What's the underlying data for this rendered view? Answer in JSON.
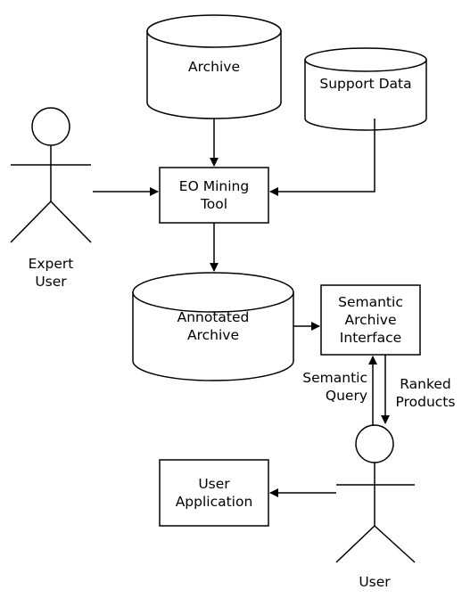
{
  "nodes": {
    "archive": {
      "label": "Archive"
    },
    "support_data": {
      "label": "Support Data"
    },
    "eo_mining_tool": {
      "line1": "EO Mining",
      "line2": "Tool"
    },
    "annotated_archive": {
      "line1": "Annotated",
      "line2": "Archive"
    },
    "semantic_archive_interface": {
      "line1": "Semantic",
      "line2": "Archive",
      "line3": "Interface"
    },
    "user_application": {
      "line1": "User",
      "line2": "Application"
    },
    "expert_user": {
      "line1": "Expert",
      "line2": "User"
    },
    "user": {
      "label": "User"
    }
  },
  "edges": {
    "semantic_query": {
      "line1": "Semantic",
      "line2": "Query"
    },
    "ranked_products": {
      "line1": "Ranked",
      "line2": "Products"
    }
  }
}
